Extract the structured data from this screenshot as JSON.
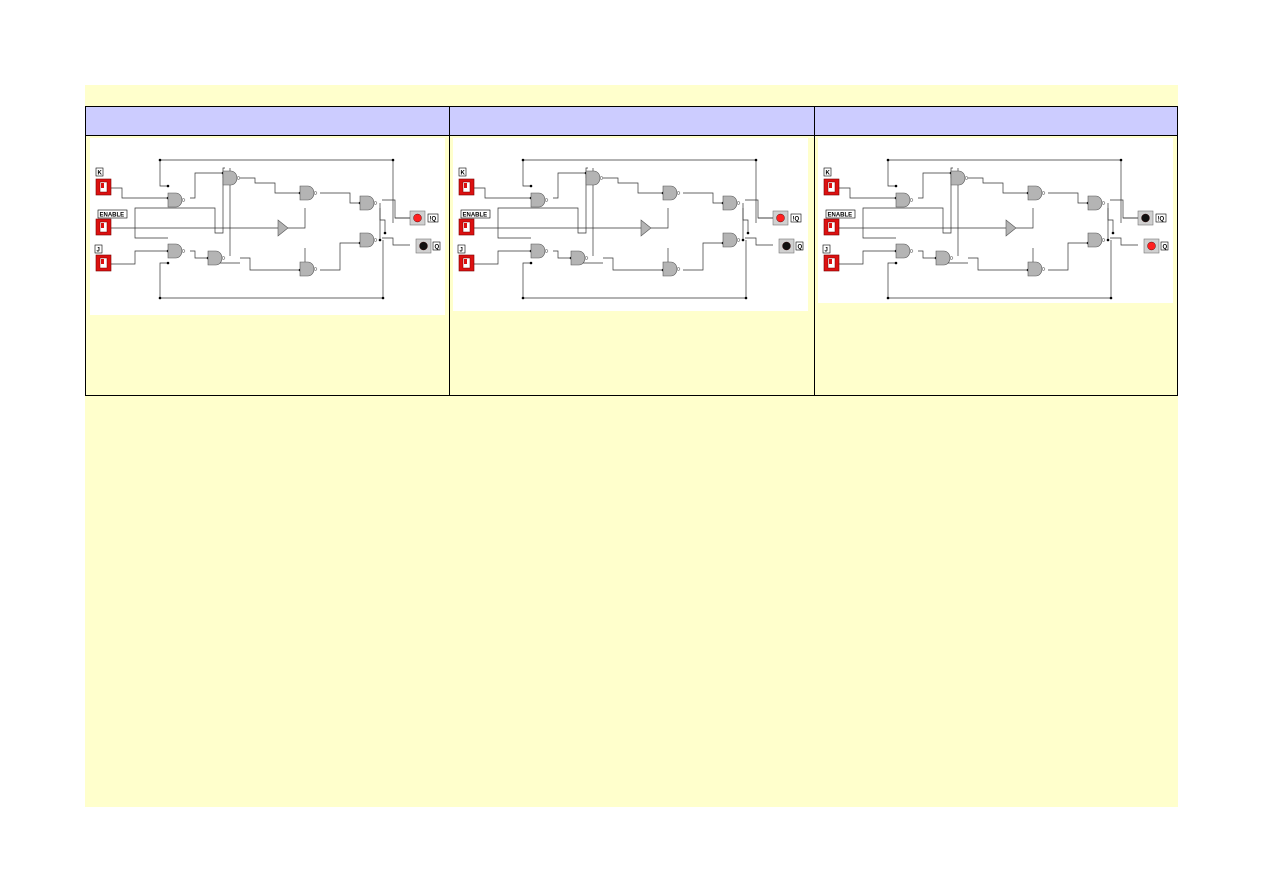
{
  "panels": [
    {
      "id": "p0",
      "labels": {
        "k": "K",
        "enable": "ENABLE",
        "j": "J",
        "notq": "!Q",
        "q": "Q"
      },
      "led_top": "#ff2020",
      "led_bottom": "#111111"
    },
    {
      "id": "p1",
      "labels": {
        "k": "K",
        "enable": "ENABLE",
        "j": "J",
        "notq": "!Q",
        "q": "Q"
      },
      "led_top": "#ff2020",
      "led_bottom": "#111111"
    },
    {
      "id": "p2",
      "labels": {
        "k": "K",
        "enable": "ENABLE",
        "j": "J",
        "notq": "!Q",
        "q": "Q"
      },
      "led_top": "#111111",
      "led_bottom": "#ff2020"
    }
  ],
  "colors": {
    "slide_bg": "#ffffcc",
    "header_bg": "#ccccff",
    "switch_red": "#dd1111",
    "gate_gray": "#b4b4b4"
  }
}
